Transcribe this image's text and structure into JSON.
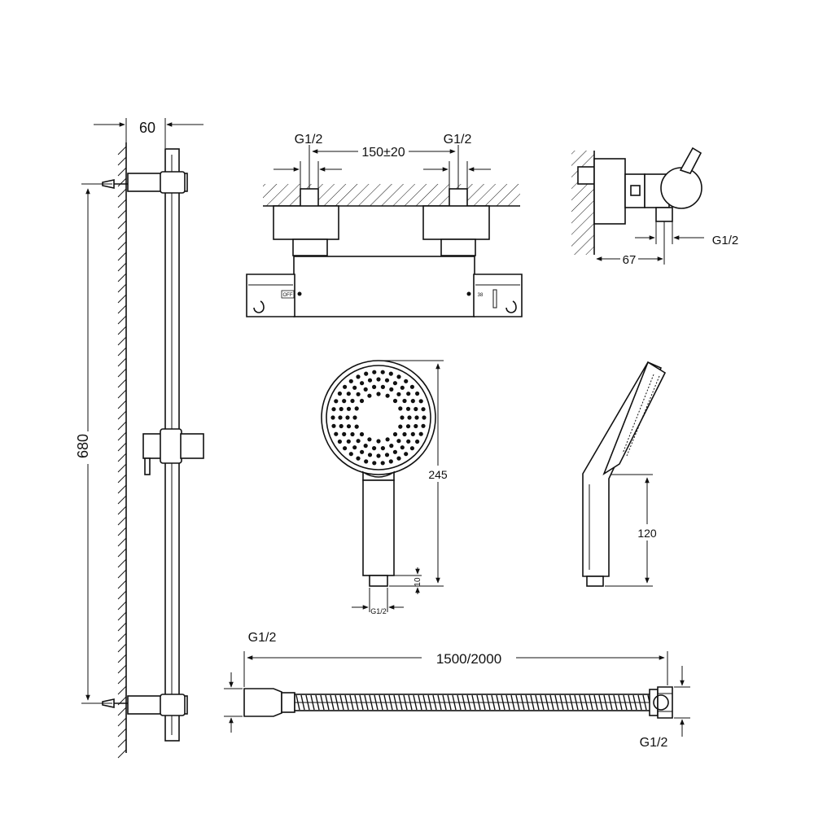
{
  "dimensions": {
    "rail_width": "60",
    "rail_height": "680",
    "inlet_left": "G1/2",
    "inlet_right": "G1/2",
    "inlet_spacing": "150±20",
    "side_outlet": "G1/2",
    "side_depth": "67",
    "handset_length": "245",
    "handset_thread_len": "10",
    "handset_thread": "G1/2",
    "handset_side_len": "120",
    "hose_length": "1500/2000",
    "hose_left_thread": "G1/2",
    "hose_right_thread": "G1/2"
  },
  "labels": {
    "valve_off": "OFF",
    "valve_temp": "38"
  }
}
